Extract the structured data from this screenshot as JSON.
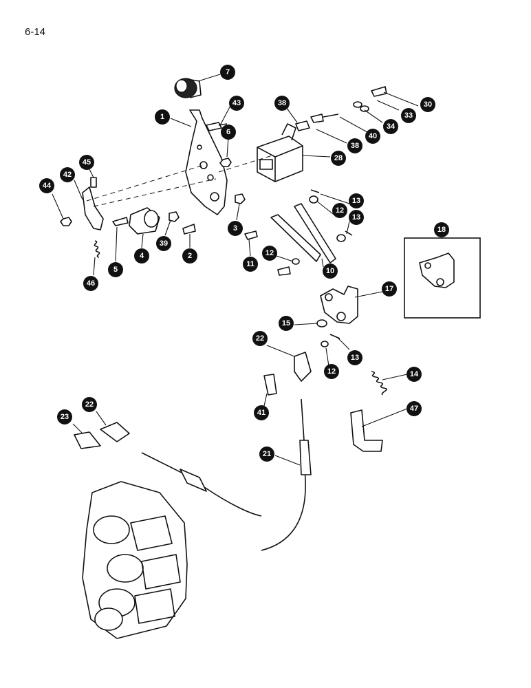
{
  "page": {
    "label": "6-14"
  },
  "callouts": [
    {
      "label": "7"
    },
    {
      "label": "43"
    },
    {
      "label": "1"
    },
    {
      "label": "6"
    },
    {
      "label": "38"
    },
    {
      "label": "38"
    },
    {
      "label": "40"
    },
    {
      "label": "34"
    },
    {
      "label": "33"
    },
    {
      "label": "30"
    },
    {
      "label": "28"
    },
    {
      "label": "45"
    },
    {
      "label": "42"
    },
    {
      "label": "44"
    },
    {
      "label": "5"
    },
    {
      "label": "4"
    },
    {
      "label": "39"
    },
    {
      "label": "2"
    },
    {
      "label": "3"
    },
    {
      "label": "46"
    },
    {
      "label": "13"
    },
    {
      "label": "12"
    },
    {
      "label": "13"
    },
    {
      "label": "11"
    },
    {
      "label": "12"
    },
    {
      "label": "10"
    },
    {
      "label": "18"
    },
    {
      "label": "17"
    },
    {
      "label": "15"
    },
    {
      "label": "13"
    },
    {
      "label": "12"
    },
    {
      "label": "22"
    },
    {
      "label": "14"
    },
    {
      "label": "41"
    },
    {
      "label": "47"
    },
    {
      "label": "22"
    },
    {
      "label": "23"
    },
    {
      "label": "21"
    }
  ]
}
